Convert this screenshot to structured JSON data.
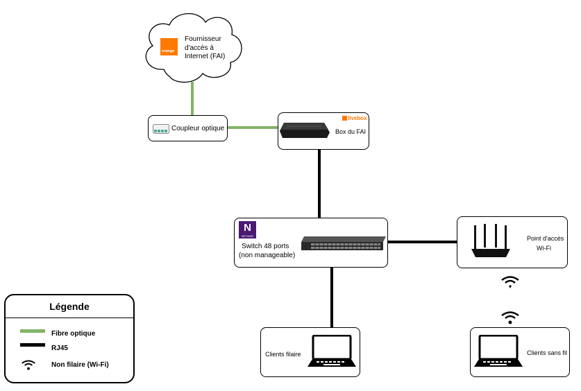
{
  "colors": {
    "fiber": "#82b366",
    "rj45": "#000000",
    "orange": "#ff7900",
    "netgear": "#4a1a73"
  },
  "nodes": {
    "isp": {
      "label": "Fournisseur d'accès à Internet (FAI)",
      "logo_text": "orange",
      "icon": "orange-logo-icon"
    },
    "coupler": {
      "label": "Coupleur optique",
      "icon": "optical-coupler-icon"
    },
    "box": {
      "label": "Box du FAI",
      "brand": "livebox",
      "icon": "router-box-icon"
    },
    "switch": {
      "label_line1": "Switch 48 ports",
      "label_line2": "(non manageable)",
      "brand_letter": "N",
      "brand_text": "NETGEAR",
      "icon": "network-switch-icon"
    },
    "ap": {
      "label_line1": "Point d'accès",
      "label_line2": "Wi-Fi",
      "icon": "wifi-router-icon"
    },
    "wired_clients": {
      "label": "Clients filaire",
      "icon": "laptop-icon"
    },
    "wireless_clients": {
      "label": "Clients sans fil",
      "icon": "laptop-icon"
    }
  },
  "legend": {
    "title": "Légende",
    "items": [
      {
        "label": "Fibre optique",
        "kind": "fiber"
      },
      {
        "label": "RJ45",
        "kind": "rj45"
      },
      {
        "label": "Non filaire (Wi-Fi)",
        "kind": "wifi"
      }
    ]
  }
}
